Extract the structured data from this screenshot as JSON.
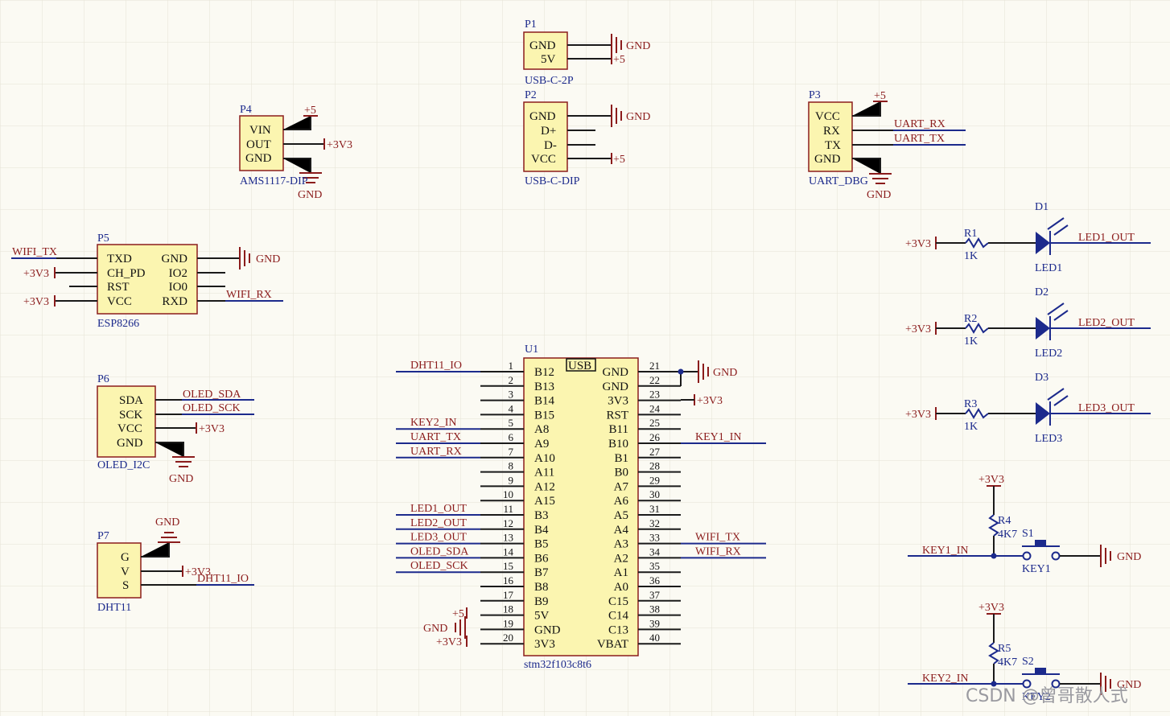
{
  "p1": {
    "designator": "P1",
    "footprint": "USB-C-2P",
    "pins": [
      "GND",
      "5V"
    ],
    "nets": [
      "GND",
      "+5"
    ]
  },
  "p2": {
    "designator": "P2",
    "footprint": "USB-C-DIP",
    "pins": [
      "GND",
      "D+",
      "D-",
      "VCC"
    ],
    "nets": [
      "GND",
      "+5"
    ]
  },
  "p3": {
    "designator": "P3",
    "footprint": "UART_DBG",
    "pins": [
      "VCC",
      "RX",
      "TX",
      "GND"
    ],
    "nets": [
      "+5",
      "UART_RX",
      "UART_TX",
      "GND"
    ]
  },
  "p4": {
    "designator": "P4",
    "footprint": "AMS1117-DIP",
    "pins": [
      "VIN",
      "OUT",
      "GND"
    ],
    "nets": [
      "+5",
      "+3V3",
      "GND"
    ]
  },
  "p5": {
    "designator": "P5",
    "footprint": "ESP8266",
    "left_pins": [
      "TXD",
      "CH_PD",
      "RST",
      "VCC"
    ],
    "right_pins": [
      "GND",
      "IO2",
      "IO0",
      "RXD"
    ],
    "nets": [
      "WIFI_TX",
      "+3V3",
      "+3V3",
      "GND",
      "WIFI_RX"
    ]
  },
  "p6": {
    "designator": "P6",
    "footprint": "OLED_I2C",
    "pins": [
      "SDA",
      "SCK",
      "VCC",
      "GND"
    ],
    "nets": [
      "OLED_SDA",
      "OLED_SCK",
      "+3V3",
      "GND"
    ]
  },
  "p7": {
    "designator": "P7",
    "footprint": "DHT11",
    "pins": [
      "G",
      "V",
      "S"
    ],
    "nets": [
      "GND",
      "+3V3",
      "DHT11_IO"
    ]
  },
  "u1": {
    "designator": "U1",
    "footprint": "stm32f103c8t6",
    "usb_label": "USB",
    "left_pins": [
      "B12",
      "B13",
      "B14",
      "B15",
      "A8",
      "A9",
      "A10",
      "A11",
      "A12",
      "A15",
      "B3",
      "B4",
      "B5",
      "B6",
      "B7",
      "B8",
      "B9",
      "5V",
      "GND",
      "3V3"
    ],
    "right_pins": [
      "GND",
      "GND",
      "3V3",
      "RST",
      "B11",
      "B10",
      "B1",
      "B0",
      "A7",
      "A6",
      "A5",
      "A4",
      "A3",
      "A2",
      "A1",
      "A0",
      "C15",
      "C14",
      "C13",
      "VBAT"
    ],
    "left_nums": [
      "1",
      "2",
      "3",
      "4",
      "5",
      "6",
      "7",
      "8",
      "9",
      "10",
      "11",
      "12",
      "13",
      "14",
      "15",
      "16",
      "17",
      "18",
      "19",
      "20"
    ],
    "right_nums": [
      "21",
      "22",
      "23",
      "24",
      "25",
      "26",
      "27",
      "28",
      "29",
      "30",
      "31",
      "32",
      "33",
      "34",
      "35",
      "36",
      "37",
      "38",
      "39",
      "40"
    ],
    "left_nets": [
      "DHT11_IO",
      "",
      "",
      "",
      "KEY2_IN",
      "UART_TX",
      "UART_RX",
      "",
      "",
      "",
      "LED1_OUT",
      "LED2_OUT",
      "LED3_OUT",
      "OLED_SDA",
      "OLED_SCK",
      "",
      "",
      "",
      "",
      ""
    ],
    "right_nets": [
      "",
      "",
      "",
      "",
      "",
      "KEY1_IN",
      "",
      "",
      "",
      "",
      "",
      "",
      "WIFI_TX",
      "WIFI_RX",
      "",
      "",
      "",
      "",
      "",
      ""
    ],
    "power_nets": [
      "GND",
      "+3V3",
      "+5",
      "GND",
      "+3V3"
    ]
  },
  "leds": [
    {
      "d": "D1",
      "r": "R1",
      "val": "1K",
      "name": "LED1",
      "vcc": "+3V3",
      "net": "LED1_OUT"
    },
    {
      "d": "D2",
      "r": "R2",
      "val": "1K",
      "name": "LED2",
      "vcc": "+3V3",
      "net": "LED2_OUT"
    },
    {
      "d": "D3",
      "r": "R3",
      "val": "1K",
      "name": "LED3",
      "vcc": "+3V3",
      "net": "LED3_OUT"
    }
  ],
  "keys": [
    {
      "r": "R4",
      "val": "4K7",
      "s": "S1",
      "name": "KEY1",
      "vcc": "+3V3",
      "net": "KEY1_IN",
      "gnd": "GND"
    },
    {
      "r": "R5",
      "val": "4K7",
      "s": "S2",
      "name": "KEY2",
      "vcc": "+3V3",
      "net": "KEY2_IN",
      "gnd": "GND"
    }
  ],
  "watermark": "CSDN @曾哥散人式"
}
